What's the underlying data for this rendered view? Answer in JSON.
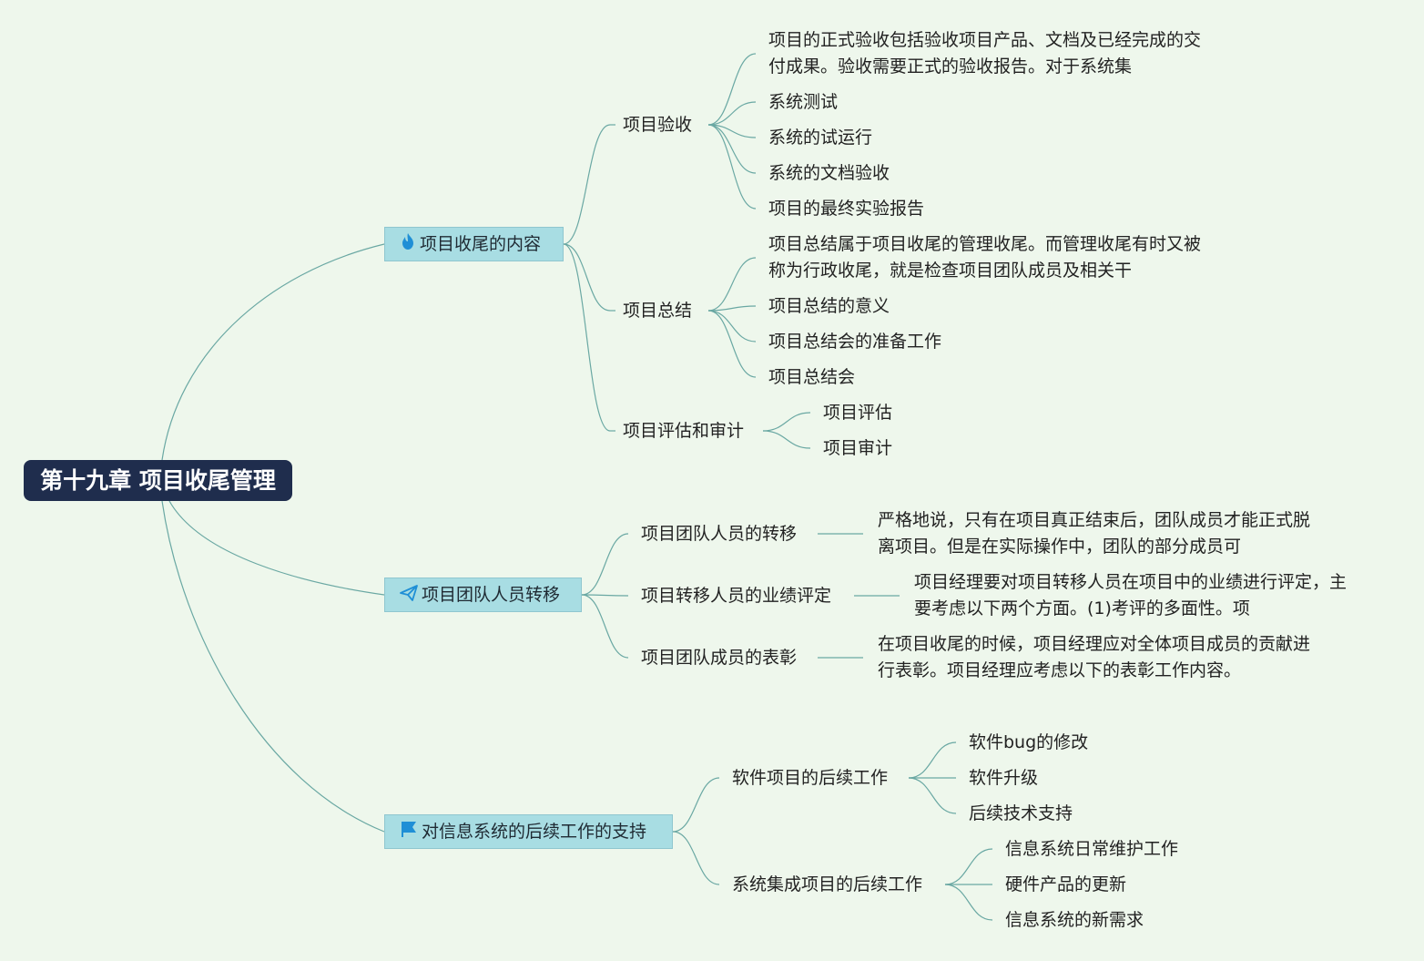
{
  "colors": {
    "background": "#eef7ec",
    "root_fill": "#1f2d4d",
    "branch_fill": "#a8dde3",
    "line": "#6aa8a3",
    "icon_blue": "#1f8fd6"
  },
  "root": {
    "label": "第十九章 项目收尾管理"
  },
  "branches": [
    {
      "icon": "fire-icon",
      "label": "项目收尾的内容",
      "children": [
        {
          "label": "项目验收",
          "children": [
            {
              "lines": [
                "项目的正式验收包括验收项目产品、文档及已经完成的交",
                "付成果。验收需要正式的验收报告。对于系统集"
              ]
            },
            {
              "lines": [
                "系统测试"
              ]
            },
            {
              "lines": [
                "系统的试运行"
              ]
            },
            {
              "lines": [
                "系统的文档验收"
              ]
            },
            {
              "lines": [
                "项目的最终实验报告"
              ]
            }
          ]
        },
        {
          "label": "项目总结",
          "children": [
            {
              "lines": [
                "项目总结属于项目收尾的管理收尾。而管理收尾有时又被",
                "称为行政收尾，就是检查项目团队成员及相关干"
              ]
            },
            {
              "lines": [
                "项目总结的意义"
              ]
            },
            {
              "lines": [
                "项目总结会的准备工作"
              ]
            },
            {
              "lines": [
                "项目总结会"
              ]
            }
          ]
        },
        {
          "label": "项目评估和审计",
          "children": [
            {
              "lines": [
                "项目评估"
              ]
            },
            {
              "lines": [
                "项目审计"
              ]
            }
          ]
        }
      ]
    },
    {
      "icon": "paper-plane-icon",
      "label": "项目团队人员转移",
      "children": [
        {
          "label": "项目团队人员的转移",
          "children": [
            {
              "lines": [
                "严格地说，只有在项目真正结束后，团队成员才能正式脱",
                "离项目。但是在实际操作中，团队的部分成员可"
              ]
            }
          ]
        },
        {
          "label": "项目转移人员的业绩评定",
          "children": [
            {
              "lines": [
                "项目经理要对项目转移人员在项目中的业绩进行评定，主",
                "要考虑以下两个方面。(1)考评的多面性。项"
              ]
            }
          ]
        },
        {
          "label": "项目团队成员的表彰",
          "children": [
            {
              "lines": [
                "在项目收尾的时候，项目经理应对全体项目成员的贡献进",
                "行表彰。项目经理应考虑以下的表彰工作内容。"
              ]
            }
          ]
        }
      ]
    },
    {
      "icon": "flag-icon",
      "label": "对信息系统的后续工作的支持",
      "children": [
        {
          "label": "软件项目的后续工作",
          "children": [
            {
              "lines": [
                "软件bug的修改"
              ]
            },
            {
              "lines": [
                "软件升级"
              ]
            },
            {
              "lines": [
                "后续技术支持"
              ]
            }
          ]
        },
        {
          "label": "系统集成项目的后续工作",
          "children": [
            {
              "lines": [
                "信息系统日常维护工作"
              ]
            },
            {
              "lines": [
                "硬件产品的更新"
              ]
            },
            {
              "lines": [
                "信息系统的新需求"
              ]
            }
          ]
        }
      ]
    }
  ]
}
